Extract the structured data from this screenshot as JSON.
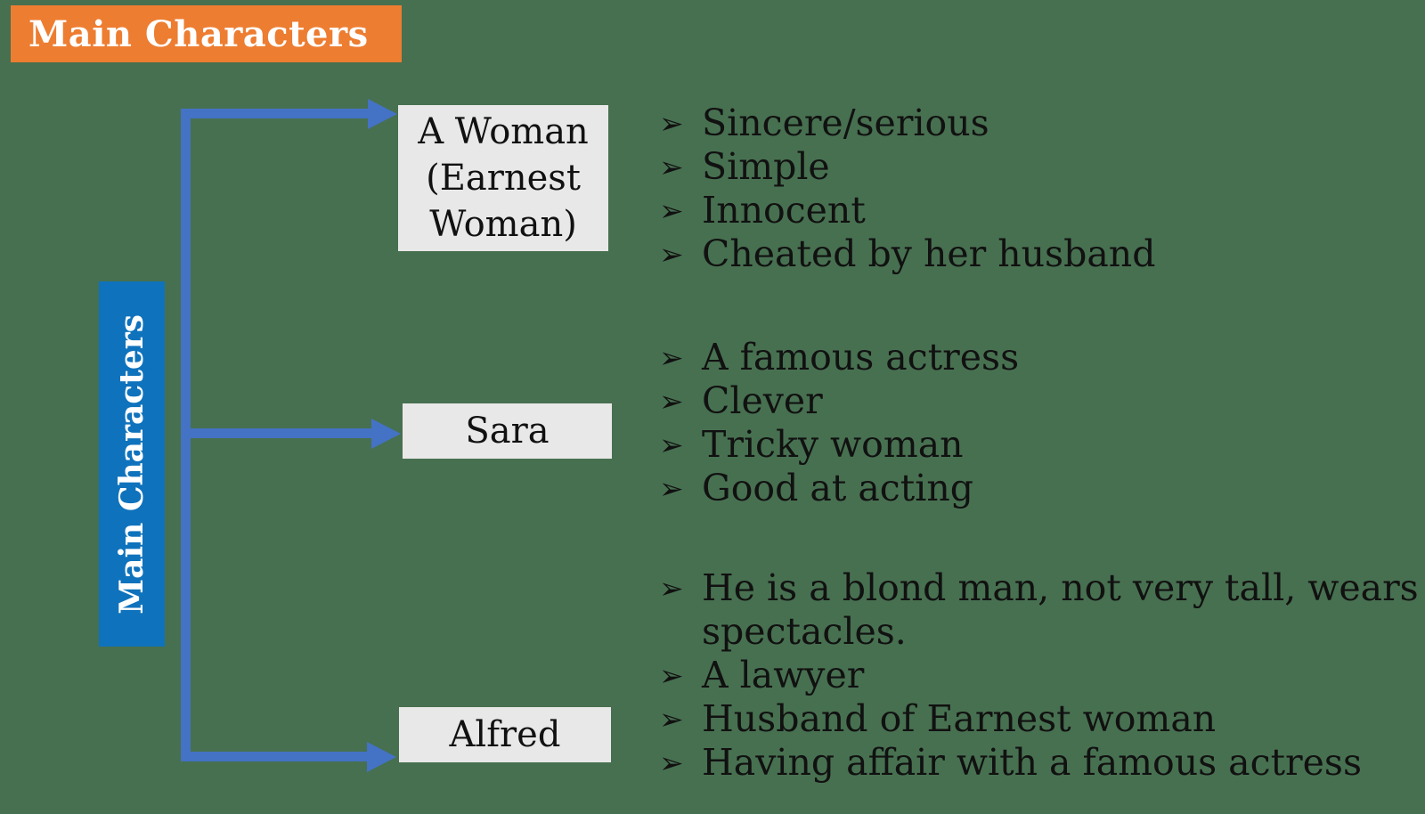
{
  "colors": {
    "background": "#477050",
    "banner_orange": "#ED7D31",
    "side_label_blue": "#0F72BC",
    "connector_blue": "#4472C4",
    "node_gray": "#E9E8E8",
    "text_black": "#111111",
    "text_white": "#FFFFFF"
  },
  "bullet_icon": "➢",
  "header": {
    "label": "Main Characters"
  },
  "side_label": {
    "label": "Main Characters"
  },
  "nodes": {
    "woman": {
      "label": "A Woman\n(Earnest\nWoman)",
      "traits": [
        "Sincere/serious",
        "Simple",
        "Innocent",
        "Cheated by her husband"
      ]
    },
    "sara": {
      "label": "Sara",
      "traits": [
        "A famous actress",
        "Clever",
        "Tricky woman",
        "Good at acting"
      ]
    },
    "alfred": {
      "label": "Alfred",
      "traits": [
        "He is a blond man, not very tall, wears\nspectacles.",
        "A lawyer",
        "Husband of Earnest woman",
        "Having affair with a famous actress"
      ]
    }
  }
}
